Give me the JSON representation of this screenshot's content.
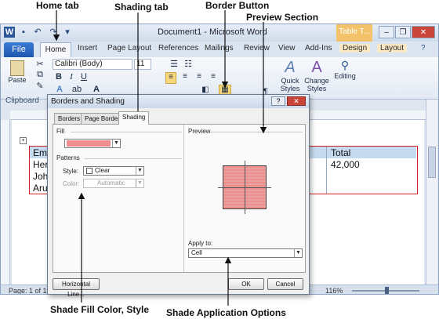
{
  "callouts": {
    "home_tab": "Home tab",
    "shading_tab": "Shading tab",
    "border_button": "Border Button",
    "preview_section": "Preview Section",
    "shade_fill": "Shade Fill Color, Style",
    "shade_apply": "Shade Application Options"
  },
  "window": {
    "title": "Document1 - Microsoft Word",
    "table_tools": "Table T..."
  },
  "tabs": {
    "file": "File",
    "home": "Home",
    "insert": "Insert",
    "page_layout": "Page Layout",
    "references": "References",
    "mailings": "Mailings",
    "review": "Review",
    "view": "View",
    "addins": "Add-Ins",
    "design": "Design",
    "layout": "Layout"
  },
  "ribbon": {
    "paste": "Paste",
    "clipboard": "Clipboard",
    "font_name": "Calibri (Body)",
    "font_size": "11",
    "quick_styles": "Quick Styles",
    "change_styles": "Change Styles",
    "editing": "Editing"
  },
  "document": {
    "table": {
      "col1": [
        "Emp",
        "Her",
        "John",
        "Aru"
      ],
      "total_header": "Total",
      "total_value": "42,000"
    }
  },
  "status": {
    "page": "Page: 1 of 1",
    "zoom": "116%"
  },
  "dialog": {
    "title": "Borders and Shading",
    "tabs": [
      "Borders",
      "Page Border",
      "Shading"
    ],
    "fill_label": "Fill",
    "fill_color": "#f08e8e",
    "patterns_label": "Patterns",
    "style_label": "Style:",
    "style_value": "Clear",
    "color_label": "Color:",
    "color_value": "Automatic",
    "preview_label": "Preview",
    "apply_to_label": "Apply to:",
    "apply_to_value": "Cell",
    "horizontal_line": "Horizontal Line...",
    "ok": "OK",
    "cancel": "Cancel"
  }
}
